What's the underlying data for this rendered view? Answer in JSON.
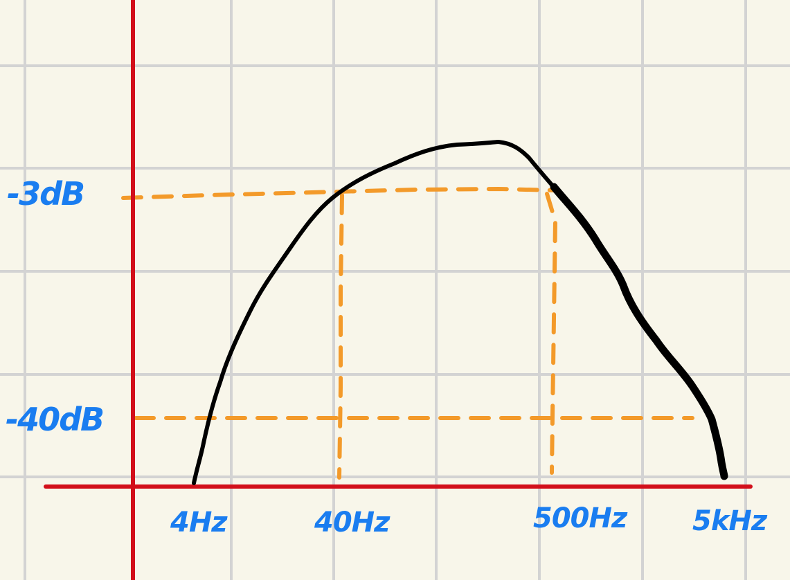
{
  "diagram": {
    "type": "hand-drawn frequency response sketch",
    "y_labels": {
      "upper": "-3dB",
      "lower": "-40dB"
    },
    "x_labels": [
      "4Hz",
      "40Hz",
      "500Hz",
      "5kHz"
    ],
    "colors": {
      "background": "#f8f6ea",
      "grid": "#d3d3d3",
      "axes": "#d20f1a",
      "curve": "#000000",
      "guides": "#f39a2a",
      "labels": "#1a7df0"
    }
  }
}
